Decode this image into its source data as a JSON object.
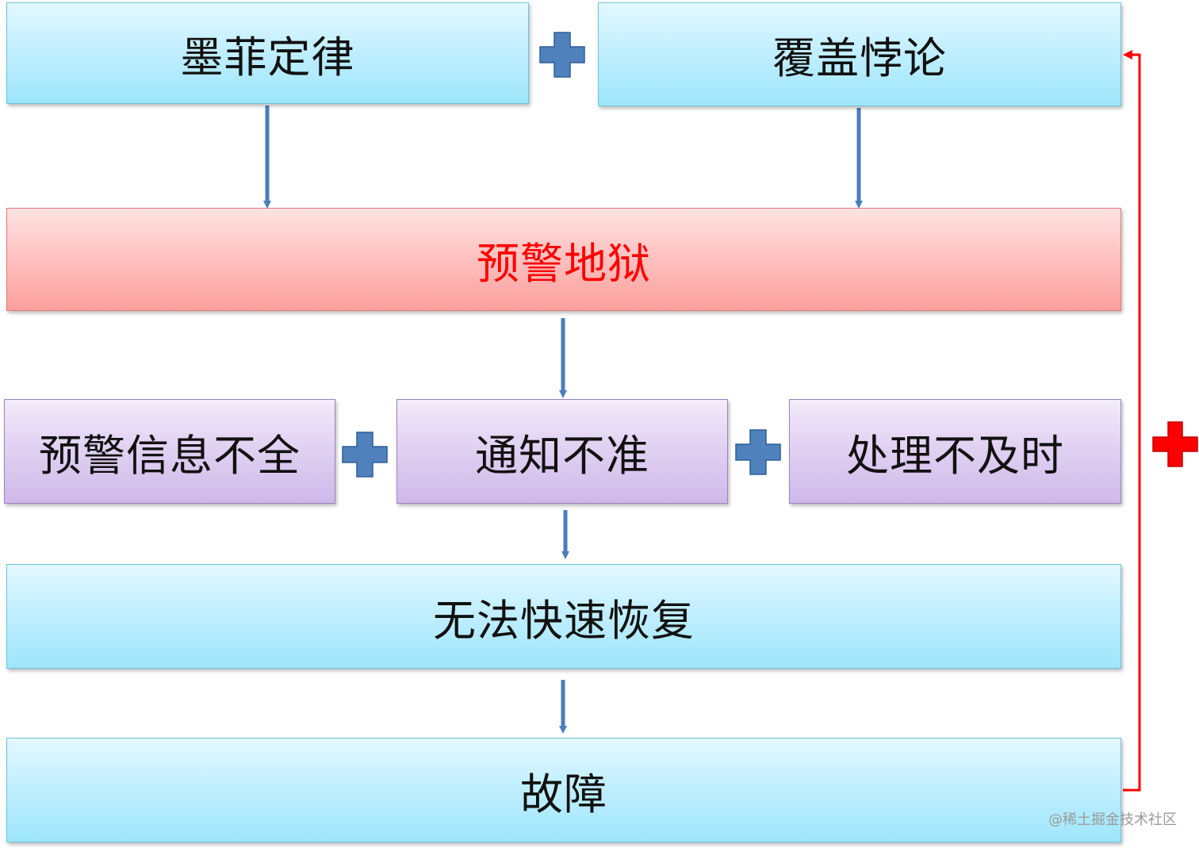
{
  "nodes": {
    "murphy": "墨菲定律",
    "coverage": "覆盖悖论",
    "alert_hell": "预警地狱",
    "incomplete_info": "预警信息不全",
    "inaccurate_notice": "通知不准",
    "slow_handling": "处理不及时",
    "slow_recovery": "无法快速恢复",
    "failure": "故障"
  },
  "colors": {
    "blue_node": "#b3ecfd",
    "red_node": "#fcb1ae",
    "purple_node": "#dac8ef",
    "arrow": "#4a7ebb",
    "feedback": "#ff0000",
    "alert_text": "#ff0000"
  },
  "icons": {
    "plus_blue": "plus-icon",
    "plus_red": "plus-icon"
  },
  "watermark": "@稀土掘金技术社区"
}
